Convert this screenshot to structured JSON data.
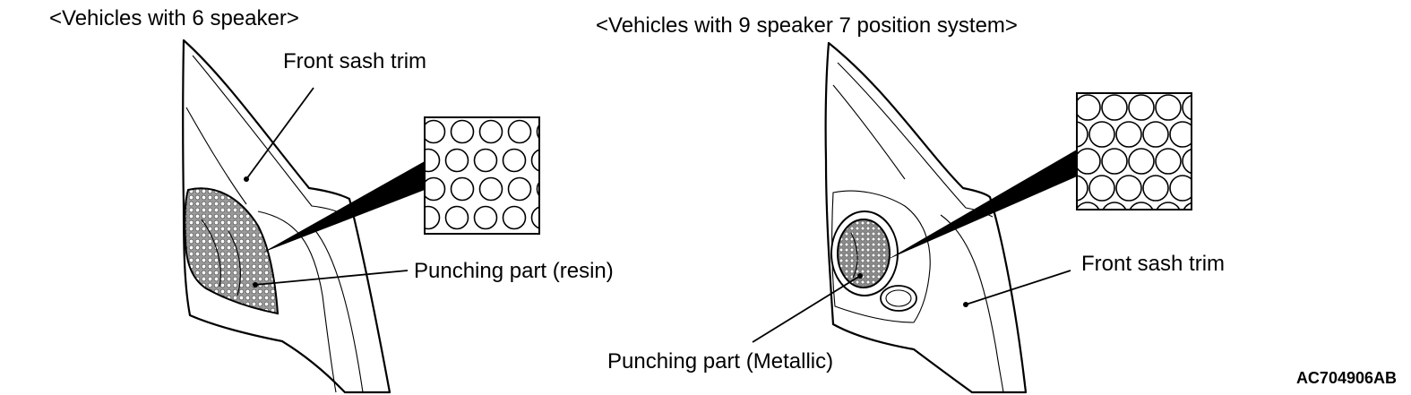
{
  "left_panel": {
    "caption": "<Vehicles with 6 speaker>",
    "label_trim": "Front sash trim",
    "label_punching": "Punching part (resin)"
  },
  "right_panel": {
    "caption": "<Vehicles with 9 speaker 7 position system>",
    "label_trim": "Front sash trim",
    "label_punching": "Punching part (Metallic)"
  },
  "figure_code": "AC704906AB"
}
